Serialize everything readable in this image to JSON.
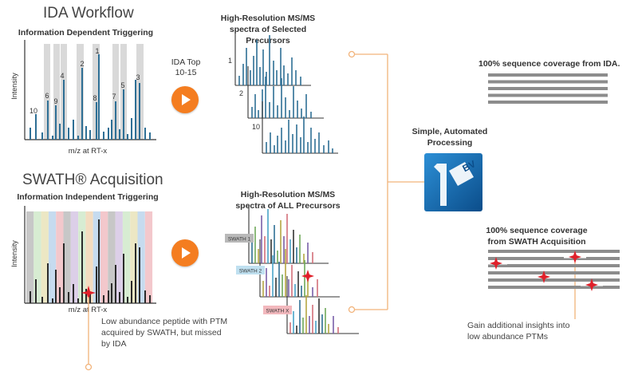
{
  "ida": {
    "title": "IDA Workflow",
    "subtitle": "Information Dependent Triggering",
    "ylabel": "Intensity",
    "xlabel": "m/z at RT-x",
    "peak_labels": [
      "10",
      "6",
      "9",
      "4",
      "2",
      "1",
      "8",
      "7",
      "5",
      "3"
    ]
  },
  "ida_step": {
    "label": "IDA Top 10-15"
  },
  "ida_spectra": {
    "title": "High-Resolution MS/MS spectra of Selected Precursors",
    "stack_labels": [
      "1",
      "2",
      "10"
    ]
  },
  "swath": {
    "title": "SWATH® Acquisition",
    "subtitle": "Information Independent Triggering",
    "ylabel": "Intensity",
    "xlabel": "m/z at RT-x"
  },
  "swath_spectra": {
    "title": "High-Resolution MS/MS spectra of ALL Precursors",
    "windows": [
      "SWATH 1",
      "SWATH 2",
      "SWATH X"
    ]
  },
  "processing": {
    "label": "Simple, Automated Processing",
    "logo_text": "BV"
  },
  "coverage_ida": {
    "label": "100% sequence coverage from IDA."
  },
  "coverage_swath": {
    "label": "100% sequence coverage from SWATH Acquisition"
  },
  "note_low_abundance": "Low abundance peptide with PTM acquired by SWATH, but missed by IDA",
  "note_insights": "Gain additional insights into low abundance PTMs",
  "colors": {
    "accent_orange": "#f47d20",
    "peak_blue": "#2e6f95",
    "highlight_gray": "#d9d9d9",
    "connector": "#f2b37a",
    "ptm_red": "#e0202a",
    "coverage_gray": "#8c8c8c"
  }
}
